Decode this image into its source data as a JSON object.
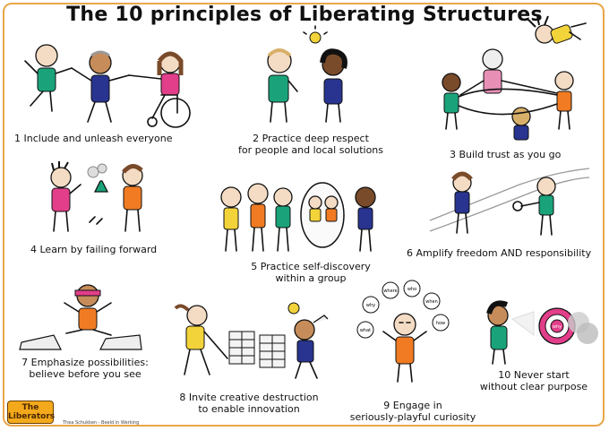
{
  "title": "The 10 principles of Liberating Structures",
  "principles": [
    {
      "line1": "1 Include and unleash everyone",
      "line2": ""
    },
    {
      "line1": "2 Practice deep respect",
      "line2": "for people and local solutions"
    },
    {
      "line1": "3 Build trust as you go",
      "line2": ""
    },
    {
      "line1": "4 Learn by failing forward",
      "line2": ""
    },
    {
      "line1": "5 Practice self-discovery",
      "line2": "within a group"
    },
    {
      "line1": "6 Amplify freedom AND responsibility",
      "line2": ""
    },
    {
      "line1": "7 Emphasize possibilities:",
      "line2": "believe before you see"
    },
    {
      "line1": "8 Invite creative destruction",
      "line2": "to enable innovation"
    },
    {
      "line1": "9 Engage in",
      "line2": "seriously-playful curiosity"
    },
    {
      "line1": "10 Never start",
      "line2": "without clear purpose"
    }
  ],
  "bubbles": [
    "why",
    "where",
    "who",
    "when",
    "how",
    "what"
  ],
  "sign_label": "why",
  "logo": {
    "line1": "The",
    "line2": "Liberators"
  },
  "credit": "Thea Schukken - Beeld in Werking",
  "colors": {
    "border": "#e9a64a",
    "green": "#1aa37a",
    "orange": "#f07b23",
    "yellow": "#f2d33a",
    "pink": "#e23e8a",
    "blue": "#28348f"
  }
}
